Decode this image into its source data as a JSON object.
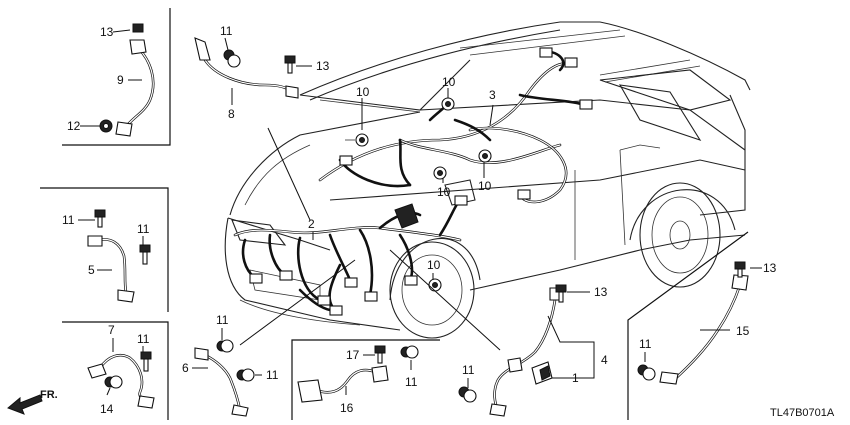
{
  "diagram_code": "TL47B0701A",
  "direction_label": "FR.",
  "callouts": [
    "1",
    "2",
    "3",
    "4",
    "5",
    "6",
    "7",
    "8",
    "9",
    "10",
    "11",
    "12",
    "13",
    "14",
    "15",
    "16",
    "17"
  ],
  "labels": [
    {
      "id": "13a",
      "text": "13"
    },
    {
      "id": "9",
      "text": "9"
    },
    {
      "id": "12",
      "text": "12"
    },
    {
      "id": "11a",
      "text": "11"
    },
    {
      "id": "13b",
      "text": "13"
    },
    {
      "id": "8",
      "text": "8"
    },
    {
      "id": "10a",
      "text": "10"
    },
    {
      "id": "10b",
      "text": "10"
    },
    {
      "id": "3",
      "text": "3"
    },
    {
      "id": "10c",
      "text": "10"
    },
    {
      "id": "10d",
      "text": "10"
    },
    {
      "id": "2",
      "text": "2"
    },
    {
      "id": "10e",
      "text": "10"
    },
    {
      "id": "11b",
      "text": "11"
    },
    {
      "id": "11c",
      "text": "11"
    },
    {
      "id": "5",
      "text": "5"
    },
    {
      "id": "13c",
      "text": "13"
    },
    {
      "id": "13d",
      "text": "13"
    },
    {
      "id": "15",
      "text": "15"
    },
    {
      "id": "11d",
      "text": "11"
    },
    {
      "id": "6",
      "text": "6"
    },
    {
      "id": "11e",
      "text": "11"
    },
    {
      "id": "7",
      "text": "7"
    },
    {
      "id": "11f",
      "text": "11"
    },
    {
      "id": "14",
      "text": "14"
    },
    {
      "id": "17",
      "text": "17"
    },
    {
      "id": "11g",
      "text": "11"
    },
    {
      "id": "16",
      "text": "16"
    },
    {
      "id": "4",
      "text": "4"
    },
    {
      "id": "1",
      "text": "1"
    },
    {
      "id": "11h",
      "text": "11"
    },
    {
      "id": "11i",
      "text": "11"
    }
  ]
}
